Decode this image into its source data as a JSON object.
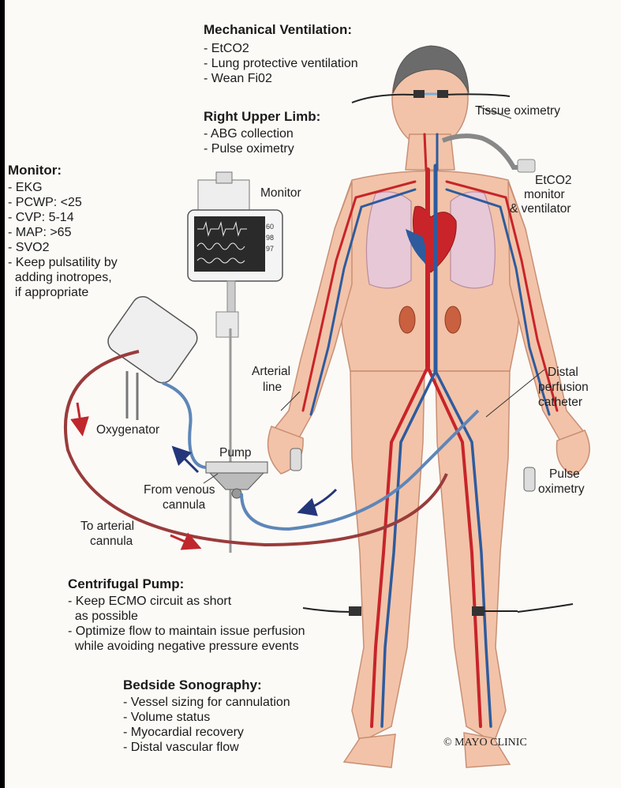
{
  "sections": {
    "mechanical_ventilation": {
      "title": "Mechanical Ventilation:",
      "items": [
        "- EtCO2",
        "- Lung protective ventilation",
        "- Wean Fi02"
      ]
    },
    "right_upper_limb": {
      "title": "Right Upper Limb:",
      "items": [
        "- ABG collection",
        "- Pulse oximetry"
      ]
    },
    "monitor": {
      "title": "Monitor:",
      "items": [
        "- EKG",
        "- PCWP: <25",
        "- CVP: 5-14",
        "- MAP: >65",
        "- SVO2",
        "- Keep pulsatility by",
        "  adding inotropes,",
        "  if appropriate"
      ]
    },
    "centrifugal_pump": {
      "title": "Centrifugal Pump:",
      "items": [
        "- Keep ECMO circuit as short",
        "  as possible",
        "- Optimize flow to maintain issue perfusion",
        "  while avoiding negative pressure events"
      ]
    },
    "bedside_sonography": {
      "title": "Bedside Sonography:",
      "items": [
        "- Vessel sizing for cannulation",
        "- Volume status",
        "- Myocardial recovery",
        "- Distal vascular flow"
      ]
    }
  },
  "labels": {
    "tissue_oximetry": "Tissue oximetry",
    "monitor": "Monitor",
    "etco2_line1": "EtCO2",
    "etco2_line2": "monitor",
    "etco2_line3": "& ventilator",
    "arterial_line1": "Arterial",
    "arterial_line2": "line",
    "distal_line1": "Distal",
    "distal_line2": "perfusion",
    "distal_line3": "catheter",
    "oxygenator": "Oxygenator",
    "pump": "Pump",
    "from_venous1": "From venous",
    "from_venous2": "cannula",
    "to_arterial1": "To arterial",
    "to_arterial2": "cannula",
    "pulse_ox1": "Pulse",
    "pulse_ox2": "oximetry"
  },
  "monitor_screen": {
    "readouts": [
      "60",
      "98",
      "97"
    ]
  },
  "copyright": "© MAYO CLINIC",
  "colors": {
    "artery": "#c8242a",
    "vein": "#2e5b9e",
    "skin": "#f2c3a8",
    "circuit_red": "#9a3b3b",
    "circuit_blue": "#5e86b8"
  }
}
